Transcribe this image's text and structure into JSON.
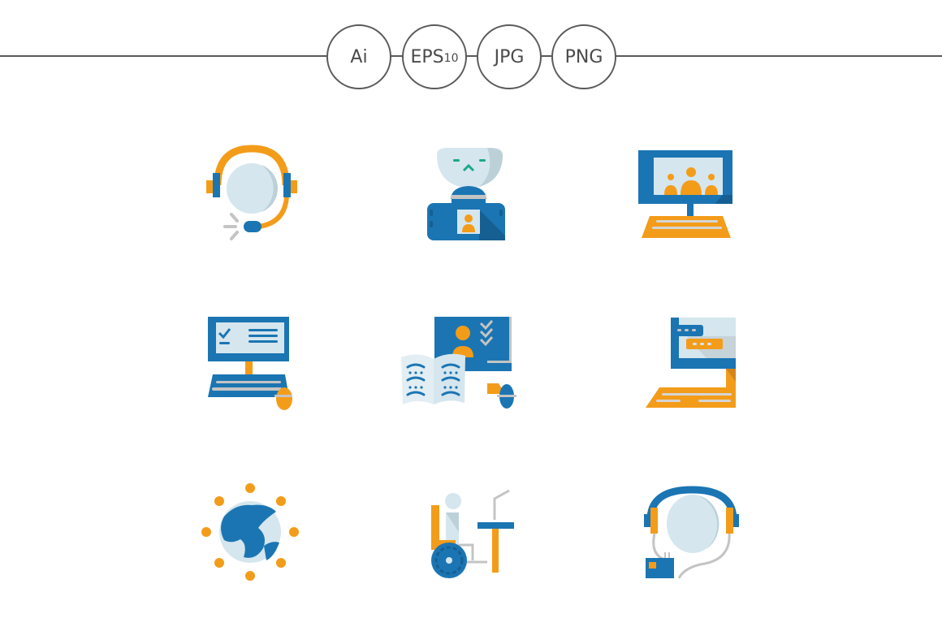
{
  "header": {
    "formats": [
      {
        "label": "Ai",
        "suffix": ""
      },
      {
        "label": "EPS",
        "suffix": "10"
      },
      {
        "label": "JPG",
        "suffix": ""
      },
      {
        "label": "PNG",
        "suffix": ""
      }
    ]
  },
  "colors": {
    "blue": "#1b75b3",
    "dark_blue": "#155f92",
    "orange": "#f39c1a",
    "light": "#d5e6ee",
    "gray": "#c4c4c4",
    "green": "#19a98a",
    "line": "#5a5a5a"
  },
  "icons": [
    "headset-support-icon",
    "telepresence-robot-icon",
    "video-conference-icon",
    "online-test-computer-icon",
    "e-learning-book-icon",
    "laptop-chat-icon",
    "global-network-icon",
    "wheelchair-workplace-icon",
    "headphones-device-icon"
  ]
}
